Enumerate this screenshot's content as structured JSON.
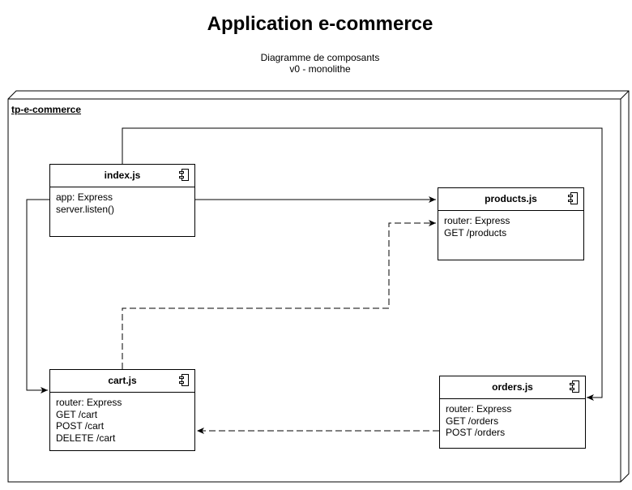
{
  "title": "Application e-commerce",
  "subtitle": [
    "Diagramme de composants",
    "v0 - monolithe"
  ],
  "node": {
    "label": "tp-e-commerce"
  },
  "components": {
    "index": {
      "name": "index.js",
      "lines": [
        "app: Express",
        "server.listen()"
      ]
    },
    "products": {
      "name": "products.js",
      "lines": [
        "router: Express",
        "GET /products"
      ]
    },
    "cart": {
      "name": "cart.js",
      "lines": [
        "router: Express",
        "GET /cart",
        "POST /cart",
        "DELETE /cart"
      ]
    },
    "orders": {
      "name": "orders.js",
      "lines": [
        "router: Express",
        "GET /orders",
        "POST /orders"
      ]
    }
  },
  "connections": [
    {
      "from": "index.js",
      "to": "products.js",
      "style": "solid"
    },
    {
      "from": "index.js",
      "to": "cart.js",
      "style": "solid"
    },
    {
      "from": "index.js",
      "to": "orders.js",
      "style": "solid"
    },
    {
      "from": "cart.js",
      "to": "products.js",
      "style": "dashed"
    },
    {
      "from": "orders.js",
      "to": "cart.js",
      "style": "dashed"
    }
  ]
}
